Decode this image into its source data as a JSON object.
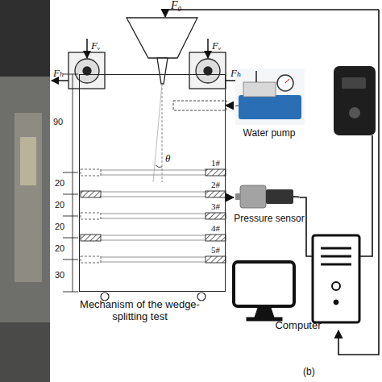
{
  "diagram": {
    "nodes": [
      {
        "text": [
          "Mechanism of the wedge-splitting test"
        ]
      },
      {
        "text": [
          "Water pump"
        ]
      },
      {
        "text": [
          "Pressure sensor"
        ]
      },
      {
        "text": [
          "Computer"
        ]
      }
    ],
    "edges": [
      {
        "from": 1,
        "to": 0,
        "arrow": "to"
      },
      {
        "from": 0,
        "to": 2,
        "arrow": "to"
      }
    ],
    "labels": [
      "F₀",
      "Fᵥ",
      "Fᵥ",
      "Fₕ",
      "Fₕ",
      "90",
      "20",
      "20",
      "20",
      "20",
      "30",
      "θ",
      "1#",
      "2#",
      "3#",
      "4#",
      "5#",
      "(b)"
    ]
  }
}
